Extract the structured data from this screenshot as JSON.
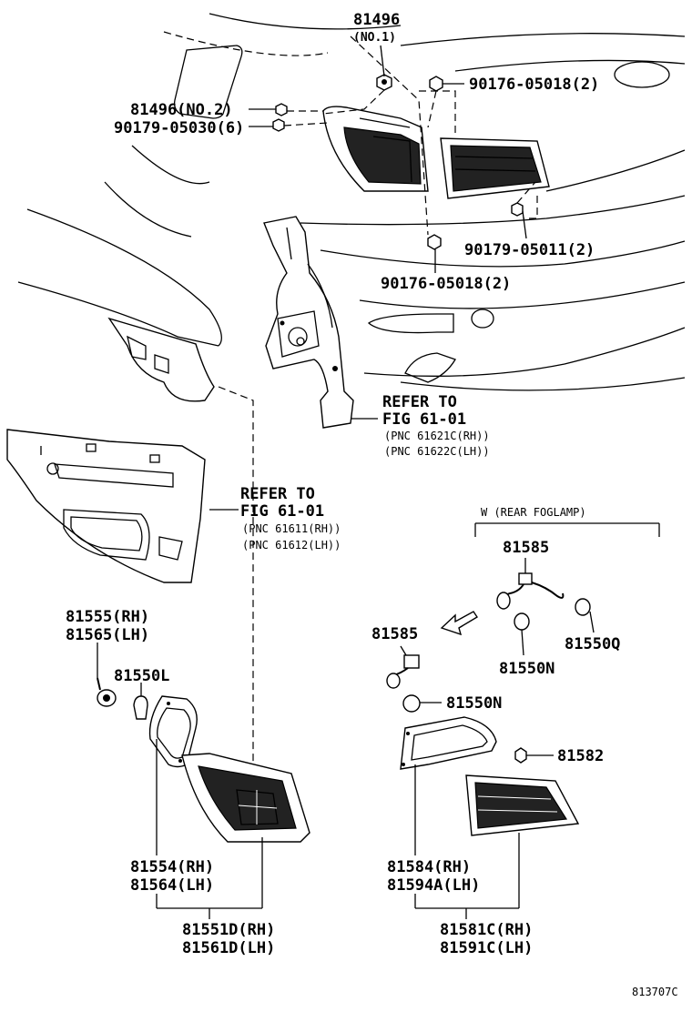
{
  "labels": {
    "p81496_no1": "81496",
    "p81496_no1_sub": "(NO.1)",
    "p90176_top": "90176-05018(2)",
    "p81496_no2": "81496(NO.2)",
    "p90179_05030": "90179-05030(6)",
    "p90179_05011": "90179-05011(2)",
    "p90176_bottom": "90176-05018(2)",
    "refer1_title": "REFER TO",
    "refer1_fig": "FIG 61-01",
    "refer1_pnc_rh": "(PNC 61621C(RH))",
    "refer1_pnc_lh": "(PNC 61622C(LH))",
    "refer2_title": "REFER TO",
    "refer2_fig": "FIG 61-01",
    "refer2_pnc_rh": "(PNC 61611(RH))",
    "refer2_pnc_lh": "(PNC 61612(LH))",
    "group_w": "W (REAR FOGLAMP)",
    "p81585_w": "81585",
    "p81550Q": "81550Q",
    "p81550N_w": "81550N",
    "p81585": "81585",
    "p81550N": "81550N",
    "p81555": "81555(RH)",
    "p81565": "81565(LH)",
    "p81550L": "81550L",
    "p81582": "81582",
    "p81554": "81554(RH)",
    "p81564": "81564(LH)",
    "p81584": "81584(RH)",
    "p81594A": "81594A(LH)",
    "p81551D": "81551D(RH)",
    "p81561D": "81561D(LH)",
    "p81581C": "81581C(RH)",
    "p81591C": "81591C(LH)",
    "diagram_id": "813707C"
  }
}
